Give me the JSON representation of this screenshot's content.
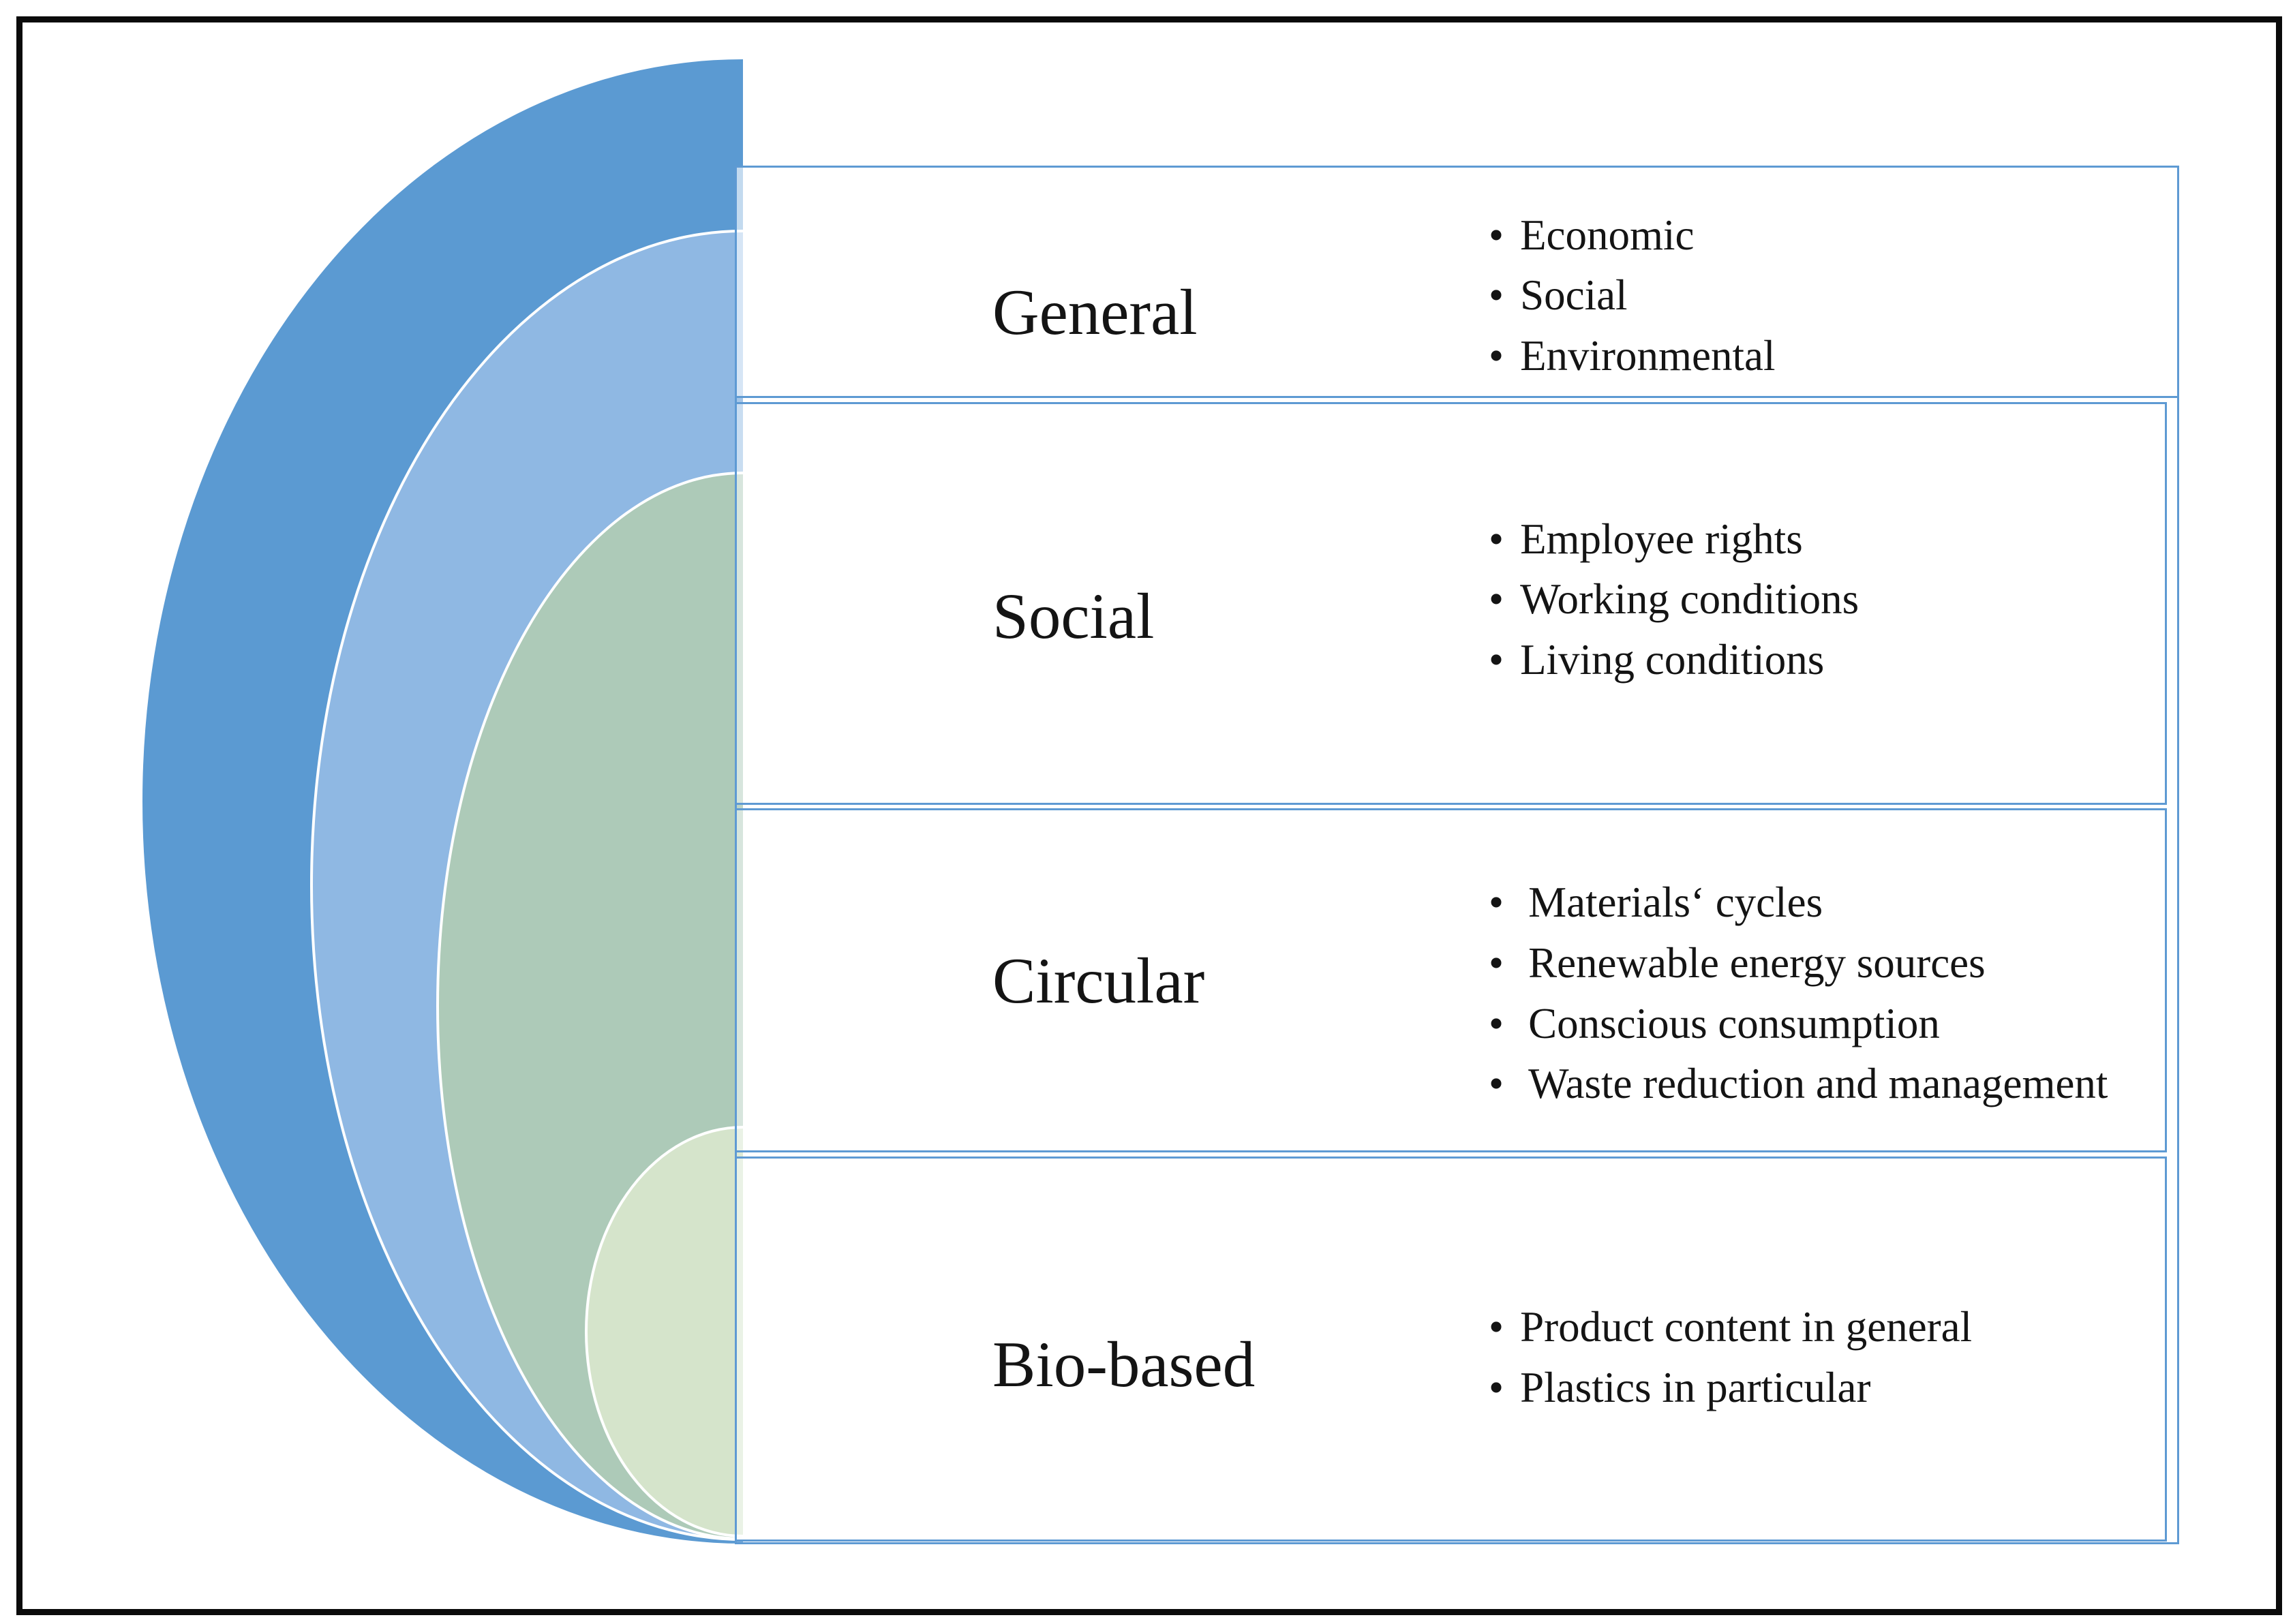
{
  "figure": {
    "description": "Nested half-circle diagram of sustainability aspects with four labelled bands",
    "bullet_char": "•",
    "sections": [
      {
        "label": "General",
        "arc_color": "#5B9AD2",
        "bullets": [
          "Economic",
          "Social",
          "Environmental"
        ]
      },
      {
        "label": "Social",
        "arc_color": "#8FB8E3",
        "bullets": [
          "Employee rights",
          "Working conditions",
          "Living conditions"
        ]
      },
      {
        "label": "Circular",
        "arc_color": "#ADCAB8",
        "bullets": [
          "Materials‘ cycles",
          "Renewable energy sources",
          "Conscious consumption",
          "Waste reduction and management"
        ]
      },
      {
        "label": "Bio-based",
        "arc_color": "#D5E4CB",
        "bullets": [
          "Product content in general",
          "Plastics in particular"
        ]
      }
    ],
    "colors": {
      "box_border": "#5E9AD3",
      "outer_frame": "#0b0b0b",
      "arc_outline": "#ffffff",
      "text": "#141414",
      "background": "#ffffff"
    }
  }
}
